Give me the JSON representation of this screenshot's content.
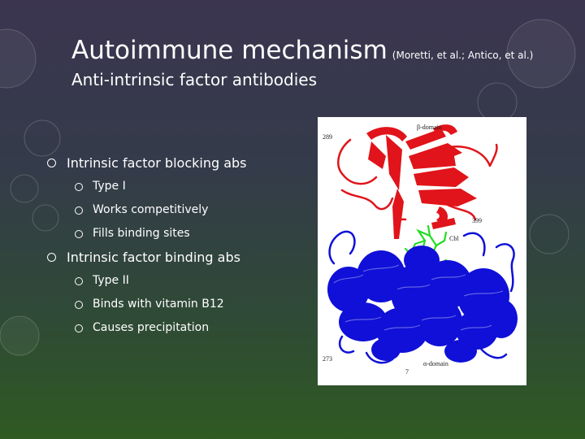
{
  "slide": {
    "title": "Autoimmune mechanism",
    "citation": "(Moretti, et al.; Antico, et al.)",
    "subtitle": "Anti-intrinsic factor antibodies"
  },
  "bullets": [
    {
      "text": "Intrinsic factor blocking abs",
      "subitems": [
        "Type I",
        "Works competitively",
        "Fills binding sites"
      ]
    },
    {
      "text": "Intrinsic factor binding abs",
      "subitems": [
        "Type II",
        "Binds with vitamin B12",
        "Causes precipitation"
      ]
    }
  ],
  "figure": {
    "labels": {
      "beta_domain": "β-domain",
      "alpha_domain": "α-domain",
      "ligand": "Cbl",
      "residue_289": "289",
      "residue_399": "399",
      "residue_273": "273",
      "residue_7": "7"
    },
    "colors": {
      "beta_domain": "#e0141a",
      "alpha_domain": "#1010d8",
      "ligand": "#22dd22"
    }
  },
  "theme": {
    "background_top": "#3b3550",
    "background_bottom": "#2f5a22",
    "text": "#ffffff"
  }
}
